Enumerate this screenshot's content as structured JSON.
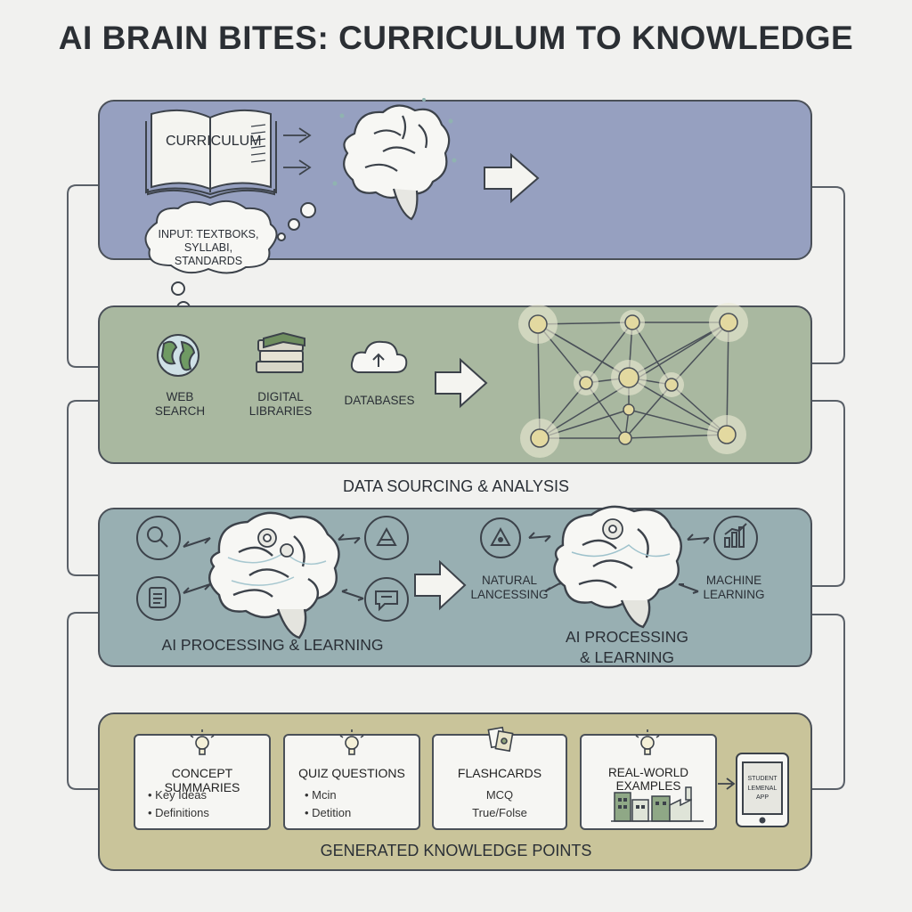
{
  "title": "AI BRAIN BITES: CURRICULUM TO KNOWLEDGE",
  "panel1": {
    "book_label": "CURRICULUM",
    "input_line1": "INPUT: TEXTBOKS,",
    "input_line2": "SYLLABI, STANDARDS"
  },
  "panel2": {
    "web_line1": "WEB",
    "web_line2": "SEARCH",
    "lib_line1": "DIGITAL",
    "lib_line2": "LIBRARIES",
    "db_label": "DATABASES",
    "caption": "DATA SOURCING & ANALYSIS"
  },
  "panel3": {
    "caption_left": "AI PROCESSING & LEARNING",
    "nlp_line1": "NATURAL",
    "nlp_line2": "LANCESSING",
    "ml_line1": "MACHINE",
    "ml_line2": "LEARNING",
    "caption_right_line1": "AI PROCESSING",
    "caption_right_line2": "& LEARNING"
  },
  "panel4": {
    "caption": "GENERATED KNOWLEDGE POINTS",
    "cards": [
      {
        "title": "CONCEPT SUMMARIES",
        "items": [
          "Key Ideas",
          "Definitions"
        ]
      },
      {
        "title": "QUIZ QUESTIONS",
        "items": [
          "Mcin",
          "Detition"
        ]
      },
      {
        "title": "FLASHCARDS",
        "lines": [
          "MCQ",
          "True/Folse"
        ]
      },
      {
        "title": "REAL-WORLD EXAMPLES"
      }
    ],
    "tablet_line1": "STUDENT",
    "tablet_line2": "LEMENAL APP"
  },
  "colors": {
    "panel1": "#96a0c0",
    "panel2": "#a9b8a0",
    "panel3": "#98afb2",
    "panel4": "#c9c49a",
    "node_fill": "#e3d9a0",
    "outline": "#4a5058"
  }
}
